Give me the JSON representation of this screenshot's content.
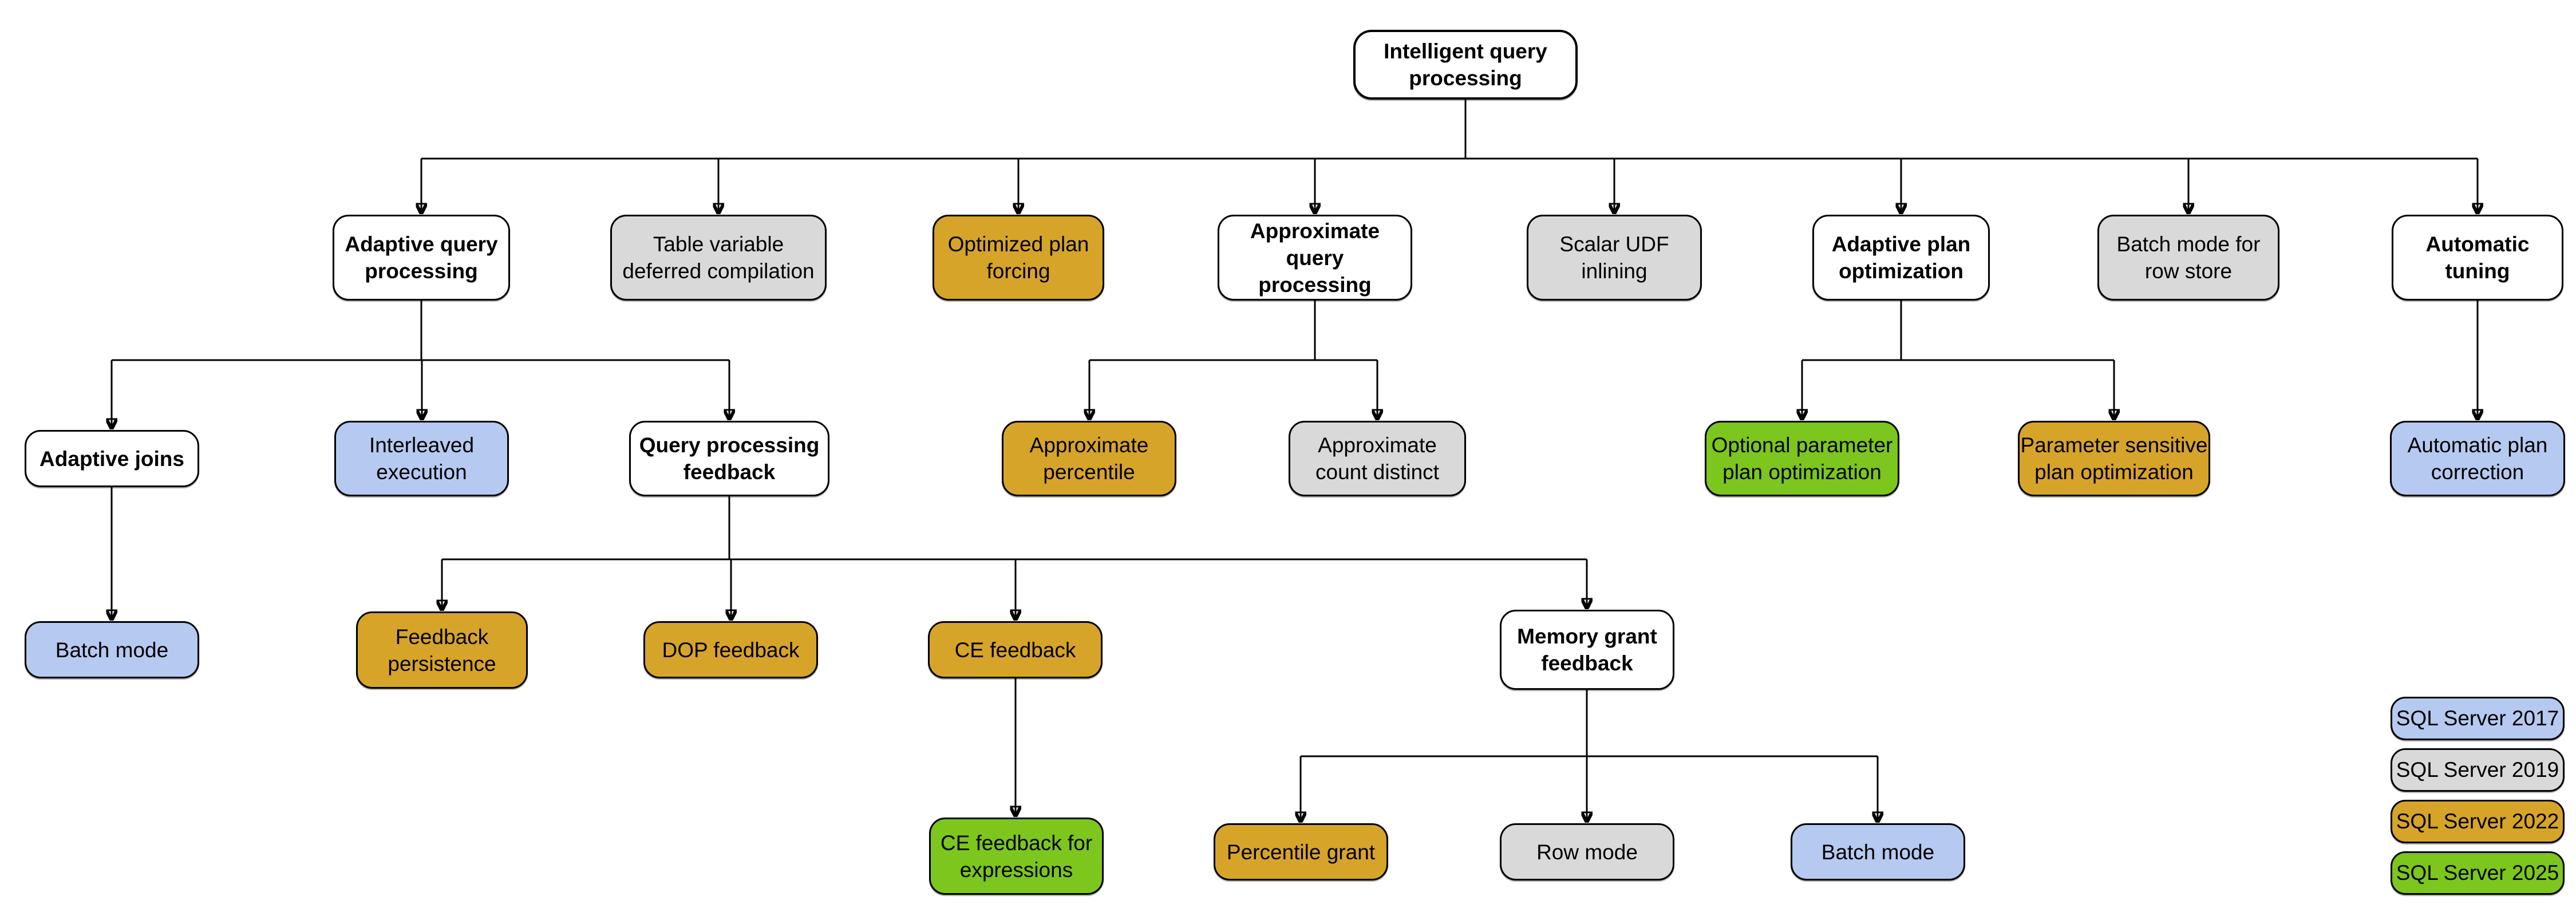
{
  "diagram": {
    "title": "Intelligent query processing",
    "version_colors": {
      "base": "#FFFFFF",
      "2017": "#B6C9F0",
      "2019": "#D9D9D9",
      "2022": "#D7A42A",
      "2025": "#7CC61E"
    },
    "nodes": [
      {
        "id": "iqp",
        "label": "Intelligent query processing",
        "version": "base"
      },
      {
        "id": "aqp",
        "label": "Adaptive query processing",
        "version": "base"
      },
      {
        "id": "tvdc",
        "label": "Table variable deferred compilation",
        "version": "2019"
      },
      {
        "id": "opf",
        "label": "Optimized plan forcing",
        "version": "2022"
      },
      {
        "id": "aqproc",
        "label": "Approximate query processing",
        "version": "base"
      },
      {
        "id": "sudf",
        "label": "Scalar UDF inlining",
        "version": "2019"
      },
      {
        "id": "apo",
        "label": "Adaptive plan optimization",
        "version": "base"
      },
      {
        "id": "bmrs",
        "label": "Batch mode for row store",
        "version": "2019"
      },
      {
        "id": "at",
        "label": "Automatic tuning",
        "version": "base"
      },
      {
        "id": "aj",
        "label": "Adaptive joins",
        "version": "base"
      },
      {
        "id": "ie",
        "label": "Interleaved execution",
        "version": "2017"
      },
      {
        "id": "qpf",
        "label": "Query processing feedback",
        "version": "base"
      },
      {
        "id": "apct",
        "label": "Approximate percentile",
        "version": "2022"
      },
      {
        "id": "acd",
        "label": "Approximate count distinct",
        "version": "2019"
      },
      {
        "id": "oppo",
        "label": "Optional parameter plan optimization",
        "version": "2025"
      },
      {
        "id": "pspo",
        "label": "Parameter sensitive plan optimization",
        "version": "2022"
      },
      {
        "id": "apc",
        "label": "Automatic plan correction",
        "version": "2017"
      },
      {
        "id": "bm1",
        "label": "Batch mode",
        "version": "2017"
      },
      {
        "id": "fp",
        "label": "Feedback persistence",
        "version": "2022"
      },
      {
        "id": "dopf",
        "label": "DOP feedback",
        "version": "2022"
      },
      {
        "id": "cef",
        "label": "CE feedback",
        "version": "2022"
      },
      {
        "id": "mgf",
        "label": "Memory grant feedback",
        "version": "base"
      },
      {
        "id": "cefe",
        "label": "CE feedback for expressions",
        "version": "2025"
      },
      {
        "id": "pg",
        "label": "Percentile grant",
        "version": "2022"
      },
      {
        "id": "rm",
        "label": "Row mode",
        "version": "2019"
      },
      {
        "id": "bm2",
        "label": "Batch mode",
        "version": "2017"
      }
    ],
    "legend": [
      {
        "label": "SQL Server 2017",
        "version": "2017"
      },
      {
        "label": "SQL Server 2019",
        "version": "2019"
      },
      {
        "label": "SQL Server 2022",
        "version": "2022"
      },
      {
        "label": "SQL Server 2025",
        "version": "2025"
      }
    ]
  }
}
